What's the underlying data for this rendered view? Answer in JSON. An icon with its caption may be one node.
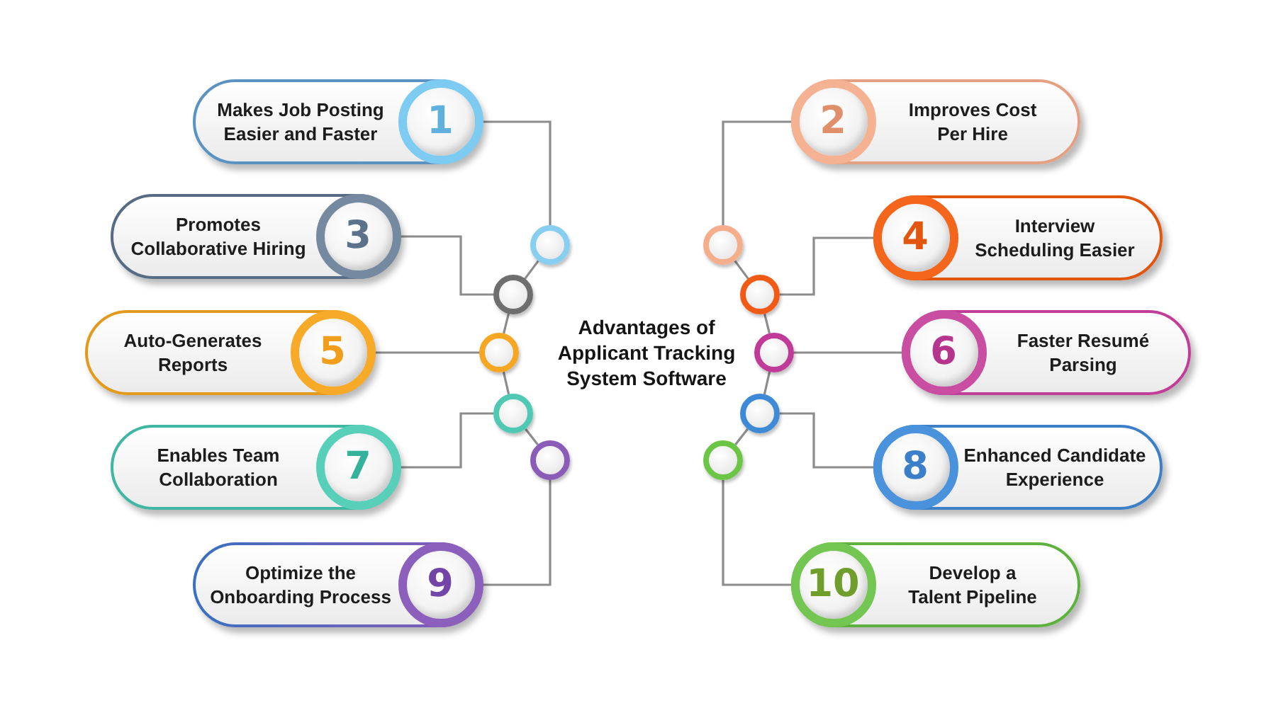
{
  "diagram": {
    "title": "Advantages of Applicant Tracking System Software",
    "nodes": [
      {
        "text": [
          "Makes Job Posting Easier and Faster",
          "1"
        ]
      },
      {
        "text": [
          "2",
          "Improves Cost Per Hire"
        ]
      },
      {
        "text": [
          "Promotes Collaborative Hiring",
          "3"
        ]
      },
      {
        "text": [
          "4",
          "Interview Scheduling Easier"
        ]
      },
      {
        "text": [
          "Auto-Generates Reports",
          "5"
        ]
      },
      {
        "text": [
          "6",
          "Faster Resumé Parsing"
        ]
      },
      {
        "text": [
          "Enables Team Collaboration",
          "7"
        ]
      },
      {
        "text": [
          "8",
          "Enhanced Candidate Experience"
        ]
      },
      {
        "text": [
          "Optimize the Onboarding Process",
          "9"
        ]
      },
      {
        "text": [
          "10",
          "Develop a Talent Pipeline"
        ]
      },
      {
        "text": [],
        "shape": "circle"
      },
      {
        "text": [],
        "shape": "circle"
      },
      {
        "text": [],
        "shape": "circle"
      },
      {
        "text": [],
        "shape": "circle"
      },
      {
        "text": [],
        "shape": "circle"
      },
      {
        "text": [],
        "shape": "circle"
      },
      {
        "text": [],
        "shape": "circle"
      },
      {
        "text": [],
        "shape": "circle"
      },
      {
        "text": [],
        "shape": "circle"
      },
      {
        "text": [],
        "shape": "circle"
      }
    ],
    "edges": [
      {
        "from": 0,
        "to": 10,
        "arrow": "none"
      },
      {
        "from": 1,
        "to": 11,
        "arrow": "none"
      },
      {
        "from": 2,
        "to": 12,
        "arrow": "none"
      },
      {
        "from": 3,
        "to": 13,
        "arrow": "none"
      },
      {
        "from": 4,
        "to": 14,
        "arrow": "none"
      },
      {
        "from": 5,
        "to": 15,
        "arrow": "none"
      },
      {
        "from": 6,
        "to": 16,
        "arrow": "none"
      },
      {
        "from": 7,
        "to": 17,
        "arrow": "none"
      },
      {
        "from": 8,
        "to": 18,
        "arrow": "none"
      },
      {
        "from": 9,
        "to": 19,
        "arrow": "none"
      },
      {
        "from": 10,
        "to": 12,
        "arrow": "none"
      },
      {
        "from": 12,
        "to": 14,
        "arrow": "none"
      },
      {
        "from": 14,
        "to": 16,
        "arrow": "none"
      },
      {
        "from": 16,
        "to": 18,
        "arrow": "none"
      },
      {
        "from": 11,
        "to": 13,
        "arrow": "none"
      },
      {
        "from": 13,
        "to": 15,
        "arrow": "none"
      },
      {
        "from": 15,
        "to": 17,
        "arrow": "none"
      },
      {
        "from": 17,
        "to": 19,
        "arrow": "none"
      }
    ]
  }
}
